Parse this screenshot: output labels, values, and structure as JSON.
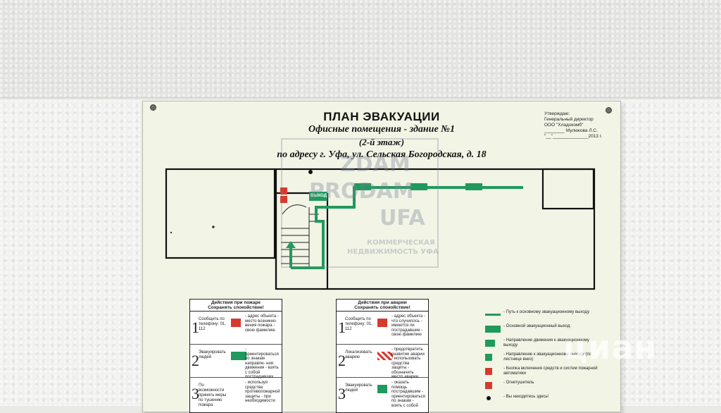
{
  "sign": {
    "title": "ПЛАН ЭВАКУАЦИИ",
    "subtitle": "Офисные помещения - здание №1",
    "floor": "(2-й этаж)",
    "address": "по адресу г. Уфа, ул. Сельская Богородская, д. 18",
    "approval": [
      "Утверждаю:",
      "Генеральный директор",
      "ООО \"Хладокомб\"",
      "________ Мулюкова Л.С.",
      "\"__\"______________2013 г."
    ],
    "exit_label": "ВЫХОД"
  },
  "fire_panel": {
    "header_1": "Действия при пожаре",
    "header_2": "Сохранять спокойствие!",
    "rows": [
      {
        "num": "1",
        "action": "Сообщить по телефону: 01, 112",
        "desc": "- адрес объекта - место возникно- вения пожара - свою фамилию"
      },
      {
        "num": "2",
        "action": "Эвакуировать людей",
        "desc": "- ориентироваться по знакам направле- ния движения - взять с собой пострадавших"
      },
      {
        "num": "3",
        "action": "По возможности принять меры по тушению пожара",
        "desc": "- используя средства противопожарной защиты - при необходимости"
      }
    ]
  },
  "accident_panel": {
    "header_1": "Действия при аварии",
    "header_2": "Сохранять спокойствие!",
    "rows": [
      {
        "num": "1",
        "action": "Сообщить по телефону: 01, 112",
        "desc": "- адрес объекта - что случилось - имеются ли пострадавшие - свою фамилию"
      },
      {
        "num": "2",
        "action": "Локализовать аварию",
        "desc": "- предотвратить развитие аварии - использовать средства защиты - обозначить место аварии"
      },
      {
        "num": "3",
        "action": "Эвакуировать людей",
        "desc": "- оказать помощь пострадавшим - ориентироваться по знакам - взять с собой"
      }
    ]
  },
  "legend": [
    {
      "icon": "green-path-line",
      "text": "- Путь к основному эвакуационному выходу"
    },
    {
      "icon": "exit-sign-icon",
      "text": "- Основной эвакуационный выход"
    },
    {
      "icon": "direction-arrow-icon",
      "text": "- Направление движения к эвакуационному выходу"
    },
    {
      "icon": "stairs-arrow-icon",
      "text": "- Направление к эвакуационному выходу (по лестнице вниз)"
    },
    {
      "icon": "fire-alarm-button-icon",
      "text": "- Кнопка включения средств и систем пожарной автоматики"
    },
    {
      "icon": "fire-extinguisher-icon",
      "text": "- Огнетушитель"
    },
    {
      "icon": "you-are-here-dot-icon",
      "text": "- Вы находитесь здесь!"
    }
  ],
  "watermarks": {
    "agency_1": "ZDAM",
    "agency_2": "PRODAM",
    "agency_3": "UFA",
    "agency_caption_1": "КОММЕРЧЕСКАЯ",
    "agency_caption_2": "НЕДВИЖИМОСТЬ УФА",
    "site": "циан"
  },
  "colors": {
    "path_green": "#1f9a5c",
    "sign_red": "#d63a2f",
    "board": "#f2f4e6"
  }
}
